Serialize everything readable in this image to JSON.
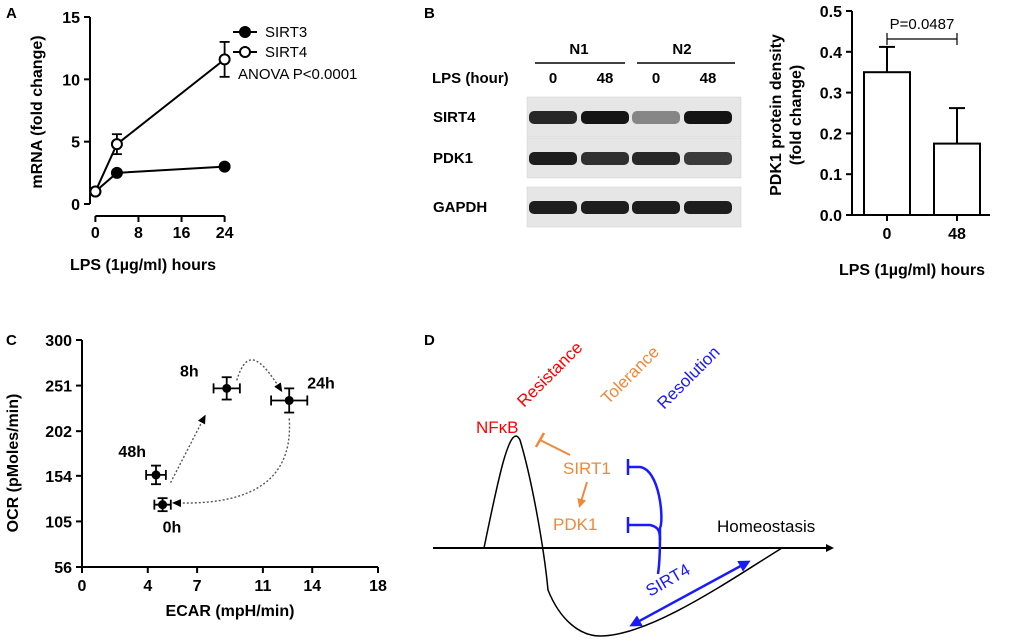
{
  "panels": {
    "A": {
      "letter": "A"
    },
    "B": {
      "letter": "B"
    },
    "C": {
      "letter": "C"
    },
    "D": {
      "letter": "D"
    }
  },
  "panelA": {
    "ylabel": "mRNA (fold change)",
    "xlabel": "LPS (1µg/ml) hours",
    "annotation": "ANOVA P<0.0001"
  },
  "blot": {
    "groups": [
      "N1",
      "N2"
    ],
    "time_header": "LPS (hour)",
    "lane_times": [
      "0",
      "48",
      "0",
      "48"
    ],
    "rows": [
      "SIRT4",
      "PDK1",
      "GAPDH"
    ],
    "band_intensity": {
      "SIRT4": [
        0.85,
        0.95,
        0.35,
        0.95
      ],
      "PDK1": [
        0.9,
        0.8,
        0.85,
        0.75
      ],
      "GAPDH": [
        0.9,
        0.9,
        0.9,
        0.9
      ]
    }
  },
  "panelB": {
    "ylabel_line1": "PDK1 protein density",
    "ylabel_line2": "(fold change)",
    "xlabel": "LPS (1µg/ml) hours",
    "pvalue": "P=0.0487"
  },
  "panelC": {
    "ylabel": "OCR (pMoles/min)",
    "xlabel": "ECAR (mpH/min)"
  },
  "panelD": {
    "labels": {
      "resistance": "Resistance",
      "tolerance": "Tolerance",
      "resolution": "Resolution",
      "nfkb": "NFκB",
      "sirt1": "SIRT1",
      "pdk1": "PDK1",
      "sirt4": "SIRT4",
      "homeostasis": "Homeostasis"
    },
    "colors": {
      "red": "#ff0000",
      "orange": "#f0883a",
      "blue": "#1a1aff"
    }
  },
  "chart_data": [
    {
      "id": "A",
      "type": "line",
      "xlabel": "LPS (1µg/ml) hours",
      "ylabel": "mRNA (fold change)",
      "xlim": [
        -1,
        25
      ],
      "ylim": [
        0,
        15
      ],
      "xticks": [
        0,
        8,
        16,
        24
      ],
      "yticks": [
        0,
        5,
        10,
        15
      ],
      "series": [
        {
          "name": "SIRT3",
          "marker": "filled",
          "x": [
            0,
            4,
            24
          ],
          "y": [
            1.0,
            2.5,
            3.0
          ],
          "err": [
            0.1,
            0.15,
            0.15
          ]
        },
        {
          "name": "SIRT4",
          "marker": "open",
          "x": [
            0,
            4,
            24
          ],
          "y": [
            1.0,
            4.8,
            11.6
          ],
          "err": [
            0.1,
            0.8,
            1.4
          ]
        }
      ]
    },
    {
      "id": "B",
      "type": "bar",
      "xlabel": "LPS (1µg/ml) hours",
      "ylabel": "PDK1 protein density (fold change)",
      "ylim": [
        0,
        0.5
      ],
      "yticks": [
        0.0,
        0.1,
        0.2,
        0.3,
        0.4,
        0.5
      ],
      "categories": [
        "0",
        "48"
      ],
      "values": [
        0.35,
        0.175
      ],
      "err": [
        0.062,
        0.087
      ],
      "annotation": "P=0.0487"
    },
    {
      "id": "C",
      "type": "scatter",
      "xlabel": "ECAR (mpH/min)",
      "ylabel": "OCR (pMoles/min)",
      "xlim": [
        0,
        18
      ],
      "ylim": [
        56,
        300
      ],
      "xticks": [
        0,
        4,
        7,
        11,
        14,
        18
      ],
      "yticks": [
        56,
        105,
        154,
        202,
        251,
        300
      ],
      "points": [
        {
          "label": "0h",
          "x": 4.9,
          "y": 123,
          "xerr": 0.5,
          "yerr": 7
        },
        {
          "label": "8h",
          "x": 8.8,
          "y": 248,
          "xerr": 0.8,
          "yerr": 12
        },
        {
          "label": "24h",
          "x": 12.6,
          "y": 235,
          "xerr": 1.1,
          "yerr": 13
        },
        {
          "label": "48h",
          "x": 4.5,
          "y": 155,
          "xerr": 0.6,
          "yerr": 10
        }
      ]
    }
  ]
}
